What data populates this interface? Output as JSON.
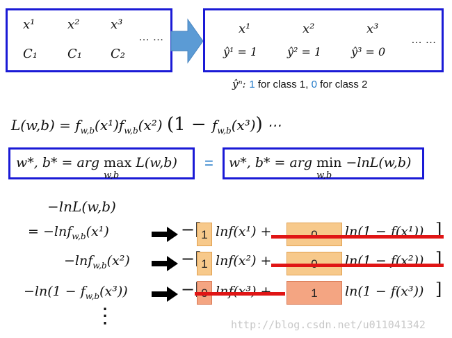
{
  "colors": {
    "frame": "#1a1ad6",
    "arrow_blue": "#5b9bd5",
    "box_orange": "#f7c98b",
    "box_salmon": "#f4a582",
    "strike": "#e01515",
    "label_blue": "#1f78c8"
  },
  "box_left": {
    "x": [
      "x¹",
      "x²",
      "x³"
    ],
    "c": [
      "C₁",
      "C₁",
      "C₂"
    ],
    "ellipsis": "… …"
  },
  "box_right": {
    "x": [
      "x¹",
      "x²",
      "x³"
    ],
    "y": [
      "ŷ¹ = 1",
      "ŷ² = 1",
      "ŷ³ = 0"
    ],
    "ellipsis": "… …"
  },
  "legend": {
    "prefix": "ŷⁿ: ",
    "one": "1",
    "mid": " for class 1, ",
    "zero": "0",
    "suffix": " for class 2"
  },
  "likelihood": "L(w,b) = f_w,b(x¹) f_w,b(x²) (1 − f_w,b(x³)) ⋯",
  "lk": {
    "L": "L(w,b) = ",
    "f1": "f",
    "s1": "w,b",
    "a1": "(x¹)",
    "f2": "f",
    "s2": "w,b",
    "a2": "(x²)",
    "p1": "(1 − ",
    "f3": "f",
    "s3": "w,b",
    "a3": "(x³)",
    "p2": ")",
    "tail": " ⋯"
  },
  "eq_left": {
    "lhs": "w*, b* = arg ",
    "op": "max",
    "sub": "w,b",
    "rhs": " L(w,b)"
  },
  "equals": "=",
  "eq_right": {
    "lhs": "w*, b* = arg ",
    "op": "min",
    "sub": "w,b",
    "rhs": " −lnL(w,b)"
  },
  "derivation": {
    "head": "−lnL(w,b)",
    "rows": [
      {
        "left": "= −lnf",
        "sub": "w,b",
        "arg": "(x¹)",
        "c1": "1",
        "t1": "lnf(x¹) +",
        "c2": "0",
        "t2": "ln(1 − f(x¹))"
      },
      {
        "left": "−lnf",
        "sub": "w,b",
        "arg": "(x²)",
        "c1": "1",
        "t1": "lnf(x²) +",
        "c2": "0",
        "t2": "ln(1 − f(x²))"
      },
      {
        "left": "−ln(1 − f",
        "sub": "w,b",
        "arg": "(x³))",
        "c1": "0",
        "t1": "lnf(x³) +",
        "c2": "1",
        "t2": "ln(1 − f(x³))"
      }
    ],
    "dots": "⋮"
  },
  "watermark": "http://blog.csdn.net/u011041342"
}
